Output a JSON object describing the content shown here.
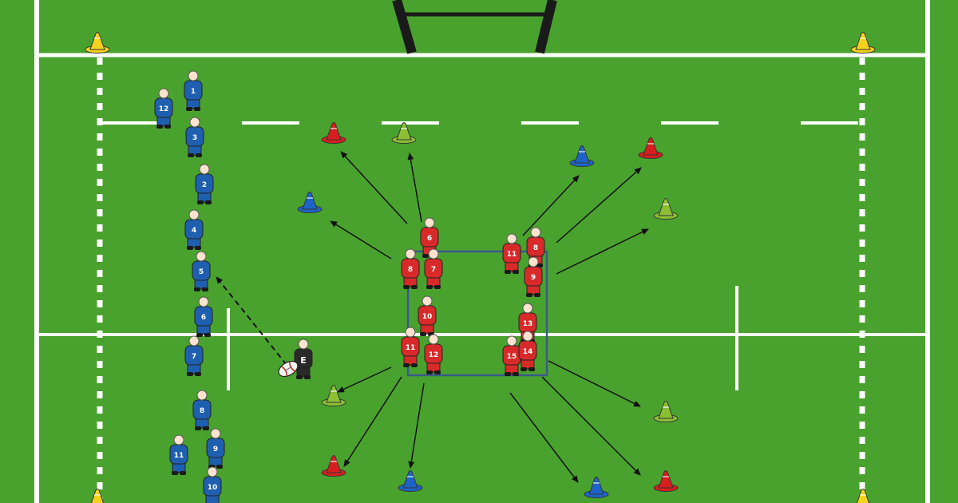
{
  "colors": {
    "grass": "#4aa22e",
    "line": "#ffffff",
    "post": "#1a1a1a",
    "blue_team": "#1f5fb0",
    "red_team": "#d82a2a",
    "coach": "#2a2a2a",
    "cone_yellow": "#f4d21c",
    "cone_red": "#d81e1e",
    "cone_green": "#8cbf34",
    "cone_blue": "#1e64c8",
    "grid_square": "#3a5a8c",
    "arrow": "#111111"
  },
  "blue_players": [
    "12",
    "1",
    "3",
    "2",
    "4",
    "5",
    "6",
    "7",
    "8",
    "11",
    "9",
    "10"
  ],
  "red_players": [
    "6",
    "8",
    "7",
    "10",
    "11",
    "12",
    "11",
    "8",
    "9",
    "13",
    "15",
    "14"
  ],
  "coach_label": "E",
  "cone_colors": [
    "yellow",
    "yellow",
    "yellow",
    "yellow",
    "red",
    "green",
    "blue",
    "blue",
    "red",
    "green",
    "green",
    "green",
    "red",
    "blue",
    "blue",
    "red"
  ]
}
